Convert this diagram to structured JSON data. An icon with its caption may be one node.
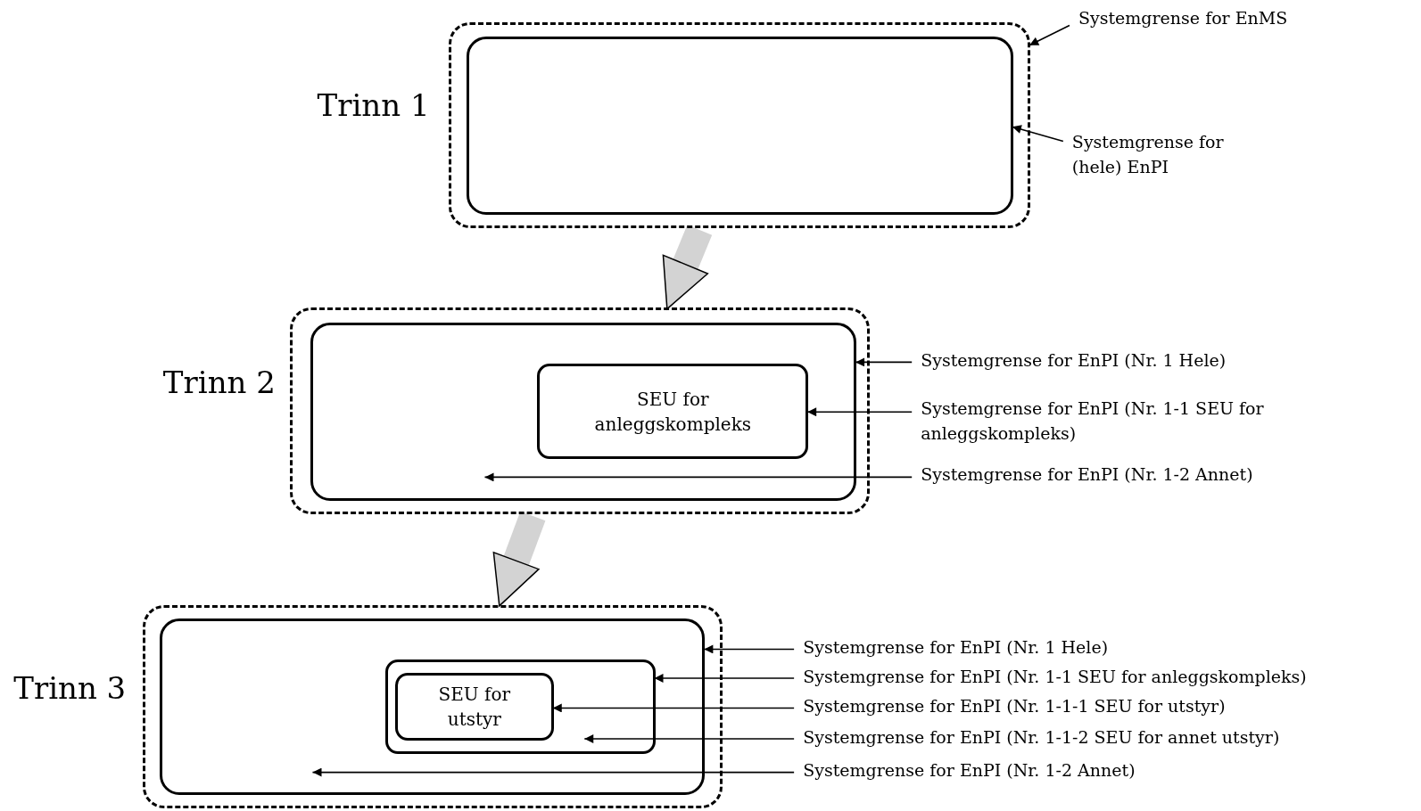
{
  "diagram": {
    "nodes": [
      {
        "text": [
          "Trinn 1"
        ]
      },
      {
        "text": [],
        "shape": "box",
        "in": 0
      },
      {
        "text": [
          "Systemgrense for EnMS"
        ]
      },
      {
        "text": [
          "Systemgrense for (hele) EnPI"
        ]
      },
      {
        "text": [
          "Trinn 2"
        ]
      },
      {
        "text": [],
        "shape": "box",
        "in": 4
      },
      {
        "text": [
          "SEU for anleggskompleks"
        ],
        "in": 5
      },
      {
        "text": [
          "Systemgrense for EnPI (Nr. 1 Hele)"
        ]
      },
      {
        "text": [
          "Systemgrense for EnPI (Nr. 1-1 SEU for anleggskompleks)"
        ]
      },
      {
        "text": [
          "Systemgrense for EnPI (Nr. 1-2 Annet)"
        ]
      },
      {
        "text": [
          "Trinn 3"
        ]
      },
      {
        "text": [],
        "shape": "box",
        "in": 10
      },
      {
        "text": [],
        "shape": "box",
        "in": 11
      },
      {
        "text": [
          "SEU for utstyr"
        ],
        "in": 12
      },
      {
        "text": [
          "Systemgrense for EnPI (Nr. 1 Hele)"
        ]
      },
      {
        "text": [
          "Systemgrense for EnPI (Nr. 1-1 SEU for anleggskompleks)"
        ]
      },
      {
        "text": [
          "Systemgrense for EnPI (Nr. 1-1-1 SEU for utstyr)"
        ]
      },
      {
        "text": [
          "Systemgrense for EnPI (Nr. 1-1-2 SEU for annet utstyr)"
        ]
      },
      {
        "text": [
          "Systemgrense for EnPI (Nr. 1-2 Annet)"
        ]
      }
    ],
    "edges": [
      {
        "from": 2,
        "to": 0,
        "arrow": "to"
      },
      {
        "from": 3,
        "to": 1,
        "arrow": "to"
      },
      {
        "from": 0,
        "to": 4,
        "arrow": "to",
        "style": "thick",
        "color": "#d3d3d3"
      },
      {
        "from": 7,
        "to": 5,
        "arrow": "to"
      },
      {
        "from": 8,
        "to": 6,
        "arrow": "to"
      },
      {
        "from": 9,
        "to": 5,
        "arrow": "to"
      },
      {
        "from": 4,
        "to": 10,
        "arrow": "to",
        "style": "thick",
        "color": "#d3d3d3"
      },
      {
        "from": 14,
        "to": 11,
        "arrow": "to"
      },
      {
        "from": 15,
        "to": 12,
        "arrow": "to"
      },
      {
        "from": 16,
        "to": 13,
        "arrow": "to"
      },
      {
        "from": 17,
        "to": 12,
        "arrow": "to"
      },
      {
        "from": 18,
        "to": 11,
        "arrow": "to"
      }
    ]
  }
}
